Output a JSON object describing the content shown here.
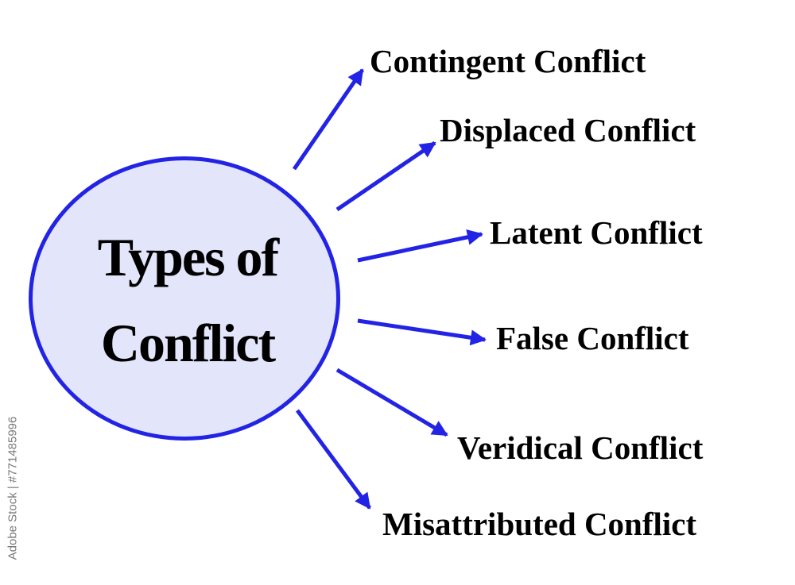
{
  "center": {
    "line1": "Types of",
    "line2": "Conflict"
  },
  "types": [
    "Contingent Conflict",
    "Displaced Conflict",
    "Latent Conflict",
    "False Conflict",
    "Veridical Conflict",
    "Misattributed Conflict"
  ],
  "watermark": "Adobe Stock | #771485996",
  "colors": {
    "accent": "#2323e6",
    "circle_fill": "#e3e6fa",
    "text": "#000000"
  }
}
